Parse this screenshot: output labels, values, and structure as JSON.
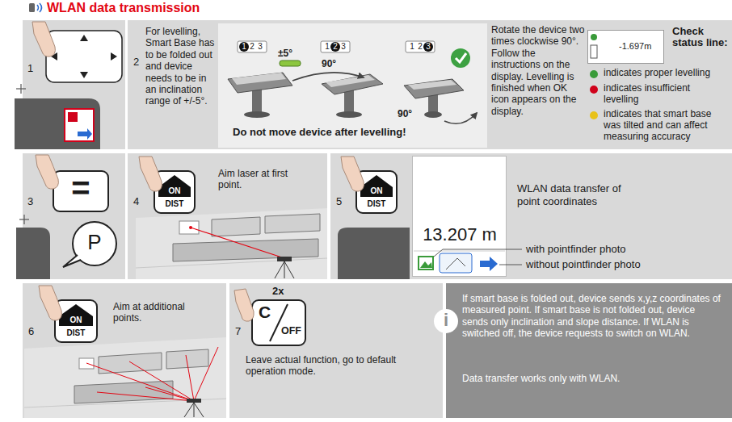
{
  "diagram": {
    "title": "WLAN data transmission",
    "nodes": [
      {
        "text": [
          "1"
        ]
      },
      {
        "text": [
          "2",
          "For levelling, Smart Base has to be folded out and device needs to be in an inclination range of +/-5°.",
          "Rotate the device two times clockwise 90°. Follow the instructions on the display. Levelling is finished when OK icon appears on the display."
        ]
      },
      {
        "text": [
          "Do not move device after levelling!"
        ],
        "in": 1
      },
      {
        "text": [
          "-1.697m"
        ],
        "in": 1
      },
      {
        "text": [
          "3"
        ]
      },
      {
        "text": [
          "4",
          "Aim laser at first point."
        ]
      },
      {
        "text": [
          "5",
          "WLAN data transfer of point coordinates",
          "with pointfinder photo",
          "without pointfinder photo"
        ]
      },
      {
        "text": [
          "13.207 m"
        ],
        "in": 6
      },
      {
        "text": [
          "6",
          "Aim at additional points."
        ]
      },
      {
        "text": [
          "7",
          "Leave actual function, go to default operation mode."
        ]
      },
      {
        "text": [
          "i",
          "If smart base is folded out, device sends x,y,z coordinates of measured point. If smart base is not folded out, device sends only inclination and slope distance. If WLAN is switched off, the device requests to switch on WLAN.",
          "Data transfer works only with WLAN."
        ]
      }
    ],
    "labels": [
      "Check status line:",
      "1",
      "2",
      "3",
      "1",
      "2",
      "3",
      "1",
      "2",
      "3",
      "±5°",
      "90°",
      "90°",
      "=",
      "P",
      "ON",
      "DIST",
      "ON",
      "DIST",
      "ON",
      "DIST",
      "2x",
      "C",
      "OFF"
    ],
    "legend": [
      {
        "text": "indicates proper levelling",
        "color": "#3a9b3a"
      },
      {
        "text": "indicates insufficient levelling",
        "color": "#d0021b"
      },
      {
        "text": "indicates that smart base was tilted and can affect measuring accuracy",
        "color": "#e8c21a"
      }
    ]
  }
}
